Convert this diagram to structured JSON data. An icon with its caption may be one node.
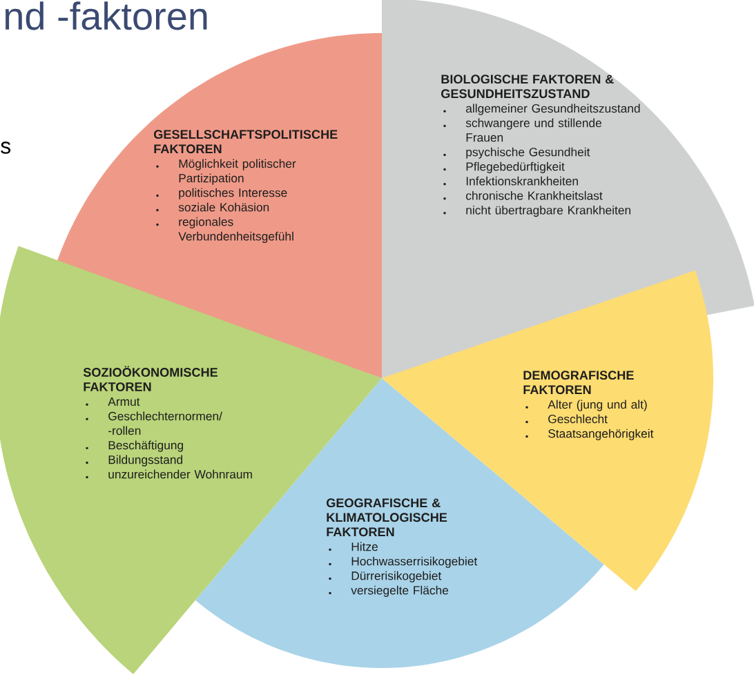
{
  "diagram": {
    "title": "nd -faktoren",
    "nodes": [
      {
        "text": [
          "GESELLSCHAFTSPOLITISCHE FAKTOREN",
          "Möglichkeit politischer Partizipation",
          "politisches Interesse",
          "soziale Kohäsion",
          "regionales Verbundenheitsgefühl"
        ]
      },
      {
        "text": [
          "BIOLOGISCHE FAKTOREN & GESUNDHEITSZUSTAND",
          "allgemeiner Gesundheitszustand",
          "schwangere und stillende Frauen",
          "psychische Gesundheit",
          "Pflegebedürftigkeit",
          "Infektionskrankheiten",
          "chronische Krankheitslast",
          "nicht übertragbare Krankheiten"
        ]
      },
      {
        "text": [
          "SOZIOÖKONOMISCHE FAKTOREN",
          "Armut",
          "Geschlechternormen/ -rollen",
          "Beschäftigung",
          "Bildungsstand",
          "unzureichender Wohnraum"
        ]
      },
      {
        "text": [
          "DEMOGRAFISCHE FAKTOREN",
          "Alter (jung und alt)",
          "Geschlecht",
          "Staatsangehörigkeit"
        ]
      },
      {
        "text": [
          "GEOGRAFISCHE & KLIMATOLOGISCHE FAKTOREN",
          "Hitze",
          "Hochwasserrisikogebiet",
          "Dürrerisikogebiet",
          "versiegelte Fläche"
        ]
      }
    ],
    "labels": [
      "s"
    ]
  }
}
